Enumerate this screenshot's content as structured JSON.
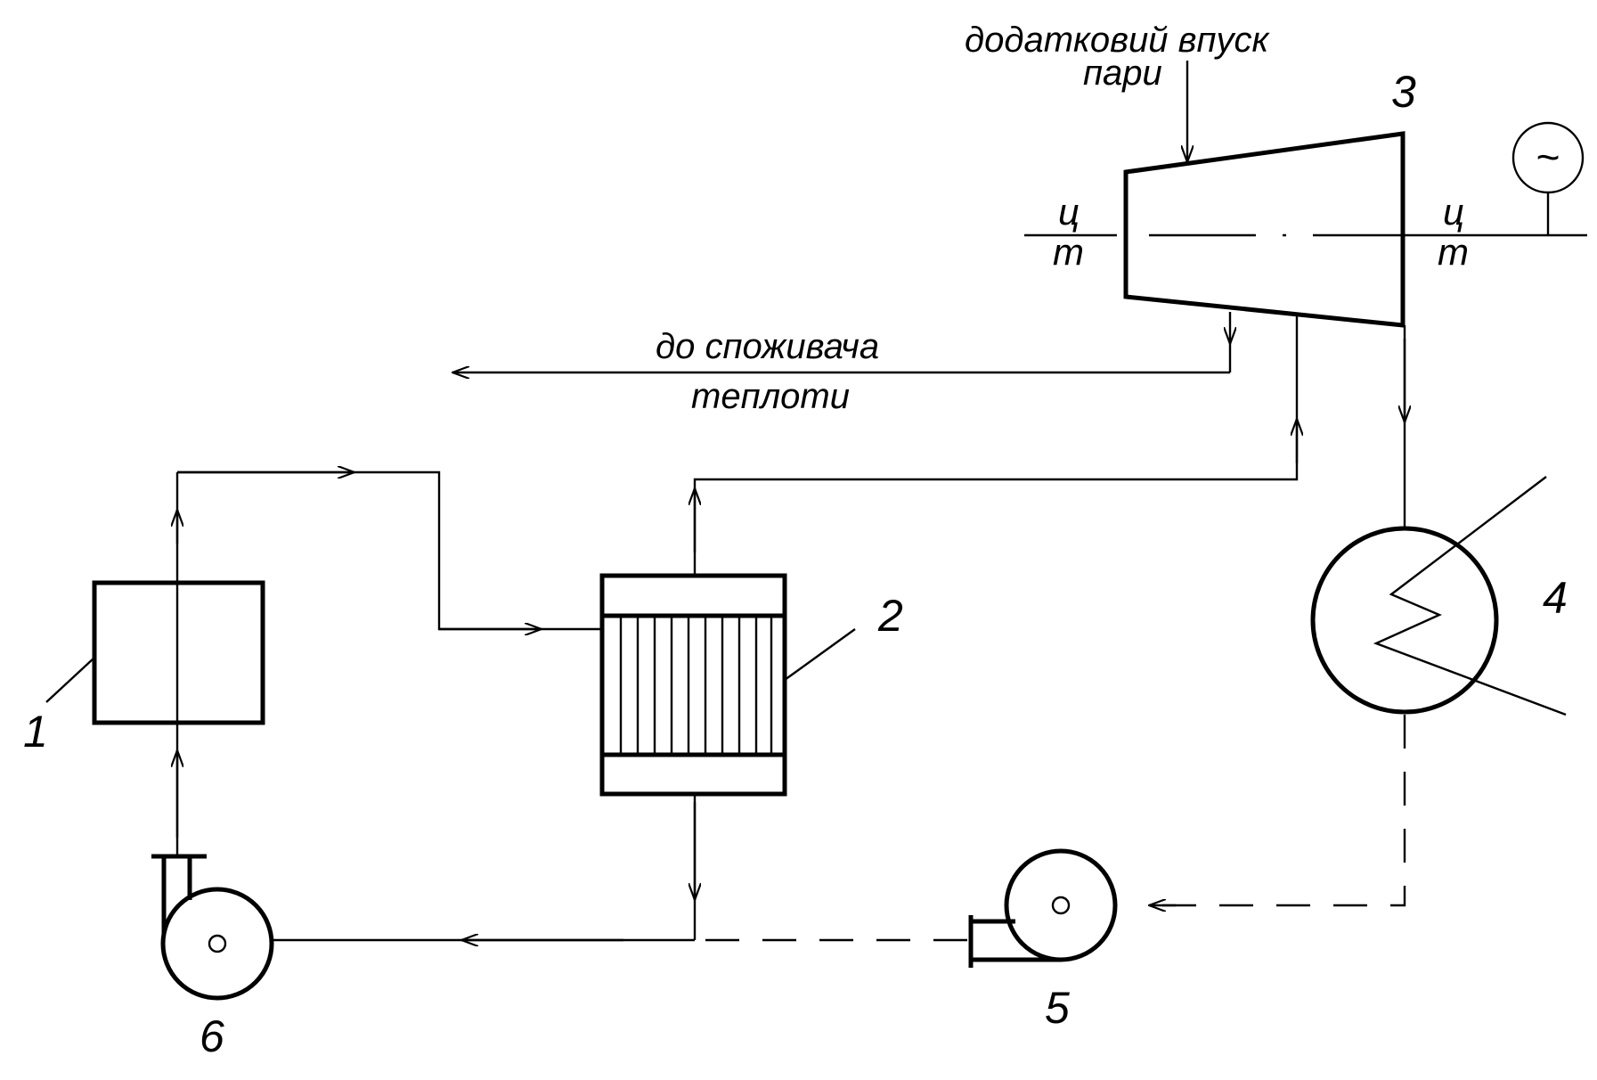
{
  "diagram": {
    "labels": {
      "boiler": "1",
      "heater": "2",
      "turbine": "3",
      "condenser": "4",
      "condensate_pump": "5",
      "feed_pump": "6"
    },
    "annotations": {
      "extra_steam_line1": "додатковий впуск",
      "extra_steam_line2": "пари",
      "consumer_line1": "до споживача",
      "consumer_line2": "теплоти"
    },
    "shaft_marks": {
      "left_top": "ц",
      "left_bottom": "т",
      "right_top": "ц",
      "right_bottom": "т"
    },
    "generator_symbol": "~"
  }
}
